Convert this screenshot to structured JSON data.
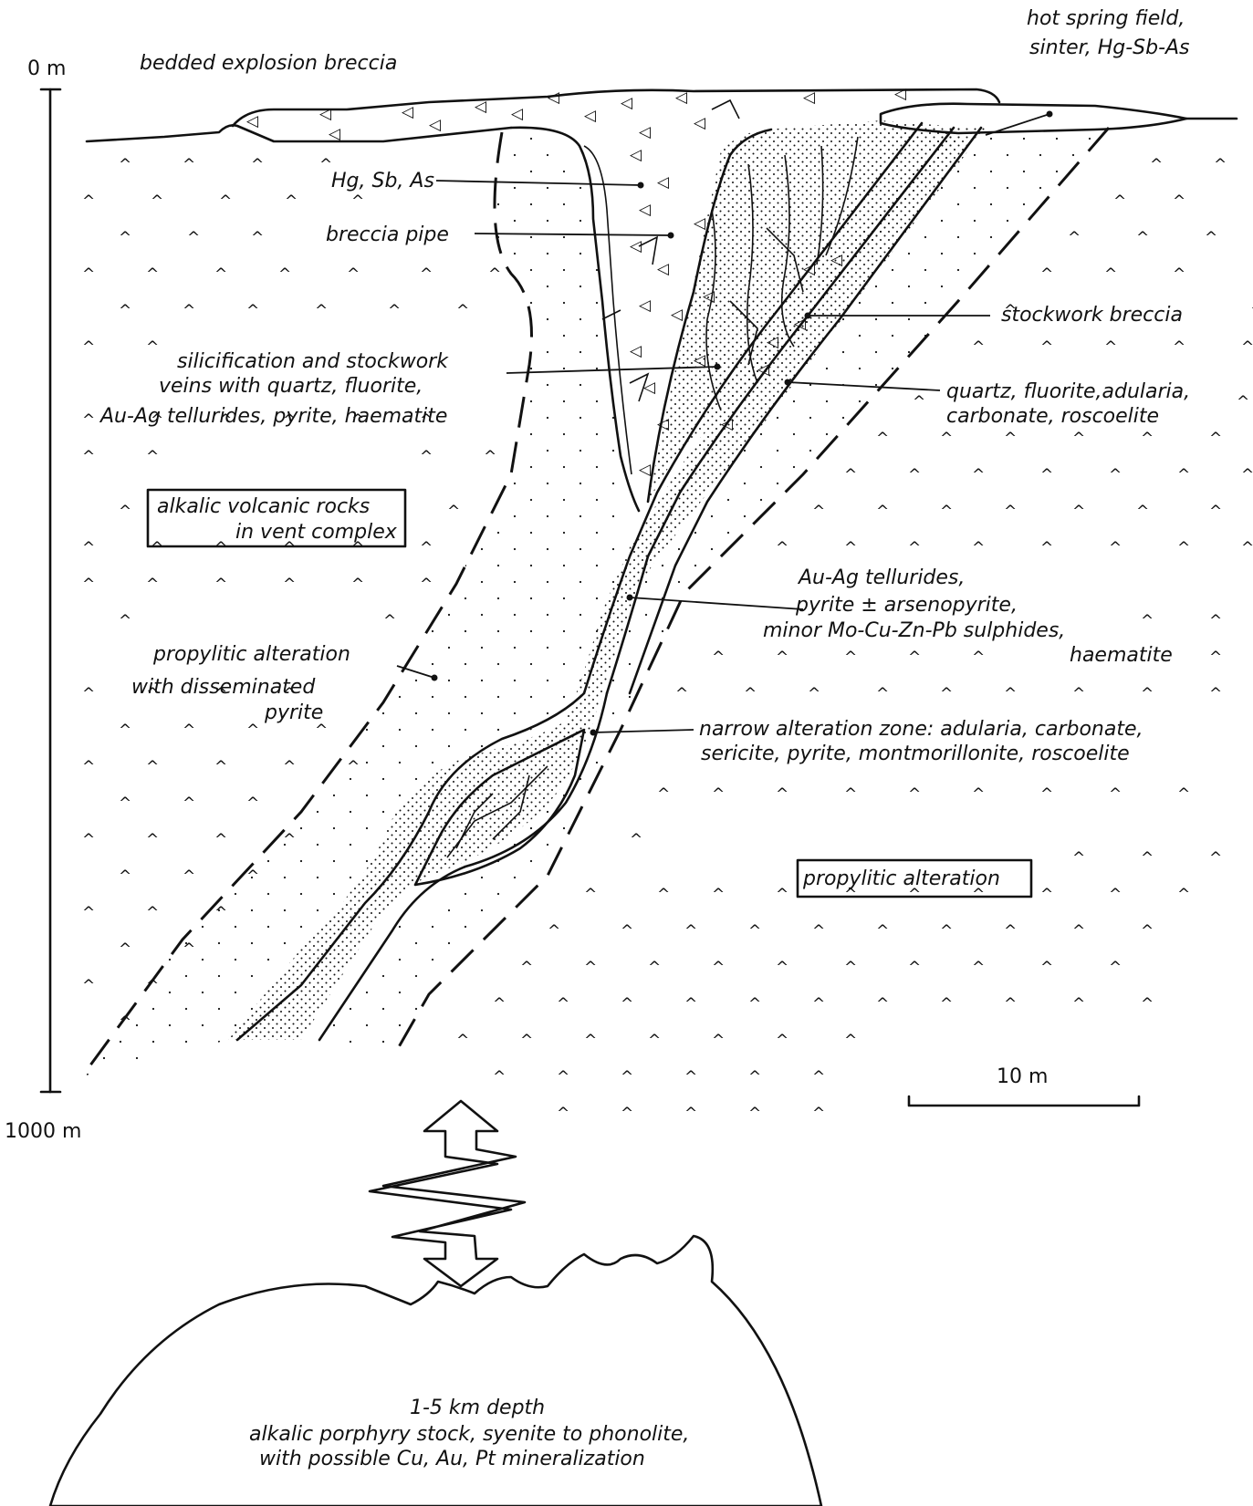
{
  "depth_scale": {
    "top_label": "0 m",
    "bottom_label": "1000 m"
  },
  "labels": {
    "bedded_explosion_breccia": "bedded explosion breccia",
    "hot_spring_line1": "hot spring field,",
    "hot_spring_line2": "sinter, Hg-Sb-As",
    "hg_sb_as": "Hg, Sb, As",
    "breccia_pipe": "breccia pipe",
    "stockwork_breccia": "stockwork breccia",
    "silicification_line1": "silicification and stockwork",
    "silicification_line2": "veins with quartz, fluorite,",
    "silicification_line3": "Au-Ag tellurides, pyrite, haematite",
    "quartz_line1": "quartz, fluorite,adularia,",
    "quartz_line2": "carbonate, roscoelite",
    "alkalic_line1": "alkalic volcanic rocks",
    "alkalic_line2": "in vent complex",
    "tellurides_line1": "Au-Ag tellurides,",
    "tellurides_line2": "pyrite ± arsenopyrite,",
    "tellurides_line3": "minor Mo-Cu-Zn-Pb sulphides,",
    "tellurides_line4": "haematite",
    "propylitic_dissem_line1": "propylitic alteration",
    "propylitic_dissem_line2": "with disseminated",
    "propylitic_dissem_line3": "pyrite",
    "narrow_line1": "narrow alteration zone: adularia, carbonate,",
    "narrow_line2": "sericite, pyrite, montmorillonite, roscoelite",
    "propylitic_alteration": "propylitic alteration",
    "scale_bar": "10 m",
    "stock_line1": "1-5 km depth",
    "stock_line2": "alkalic porphyry stock, syenite to phonolite,",
    "stock_line3": "with possible Cu, Au, Pt mineralization"
  },
  "symbols": {
    "volcanic_rock": "^",
    "breccia_clast": "◁"
  }
}
